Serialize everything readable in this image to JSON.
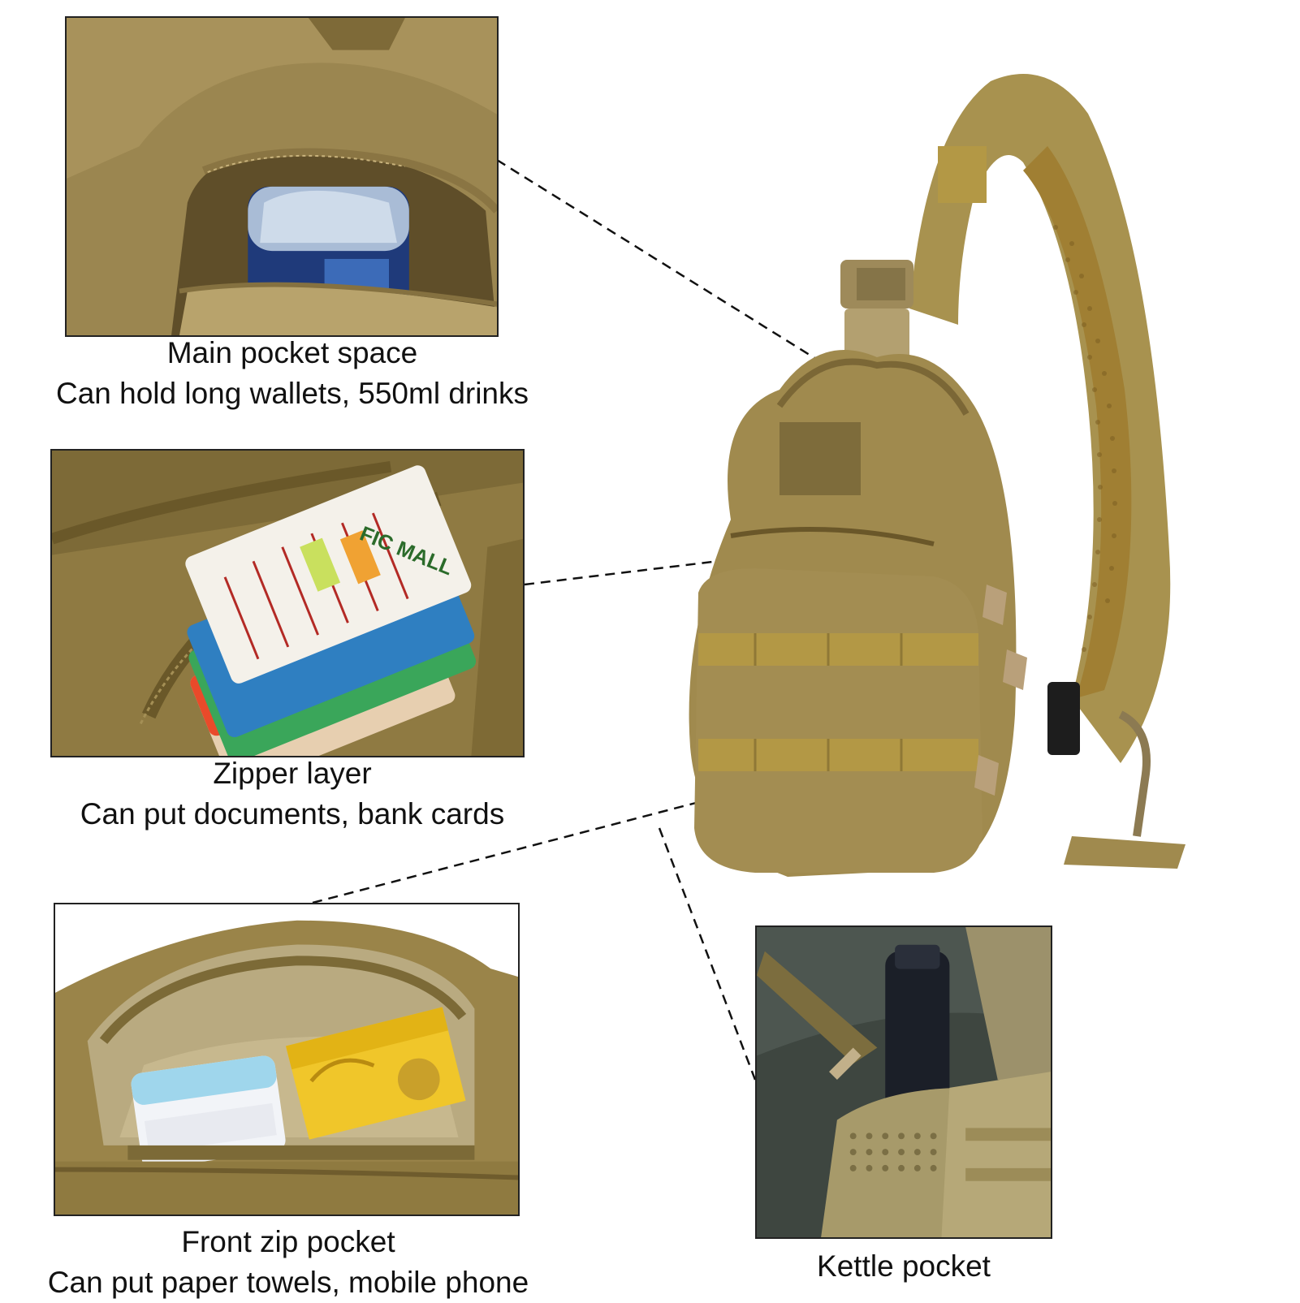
{
  "features": [
    {
      "title": "Main pocket space",
      "subtitle": "Can hold long wallets, 550ml drinks"
    },
    {
      "title": "Zipper layer",
      "subtitle": "Can put documents, bank cards"
    },
    {
      "title": "Front zip pocket",
      "subtitle": "Can put paper towels, mobile phone"
    },
    {
      "title": "Kettle pocket",
      "subtitle": ""
    }
  ],
  "card_text": "FIC MALL",
  "colors": {
    "bag_tan": "#a08a4e",
    "bag_dark": "#7b6736",
    "bag_light": "#c2ad72",
    "webbing": "#b39845",
    "mesh": "#9c7a2f",
    "background": "#ffffff",
    "border": "#222222"
  },
  "icons": {
    "panel_1": "water-bottle-in-pocket-photo",
    "panel_2": "bank-cards-in-zipper-photo",
    "panel_3": "tissues-and-box-in-pocket-photo",
    "panel_4": "thermos-in-mesh-pocket-photo",
    "main": "tactical-sling-bag-photo"
  }
}
